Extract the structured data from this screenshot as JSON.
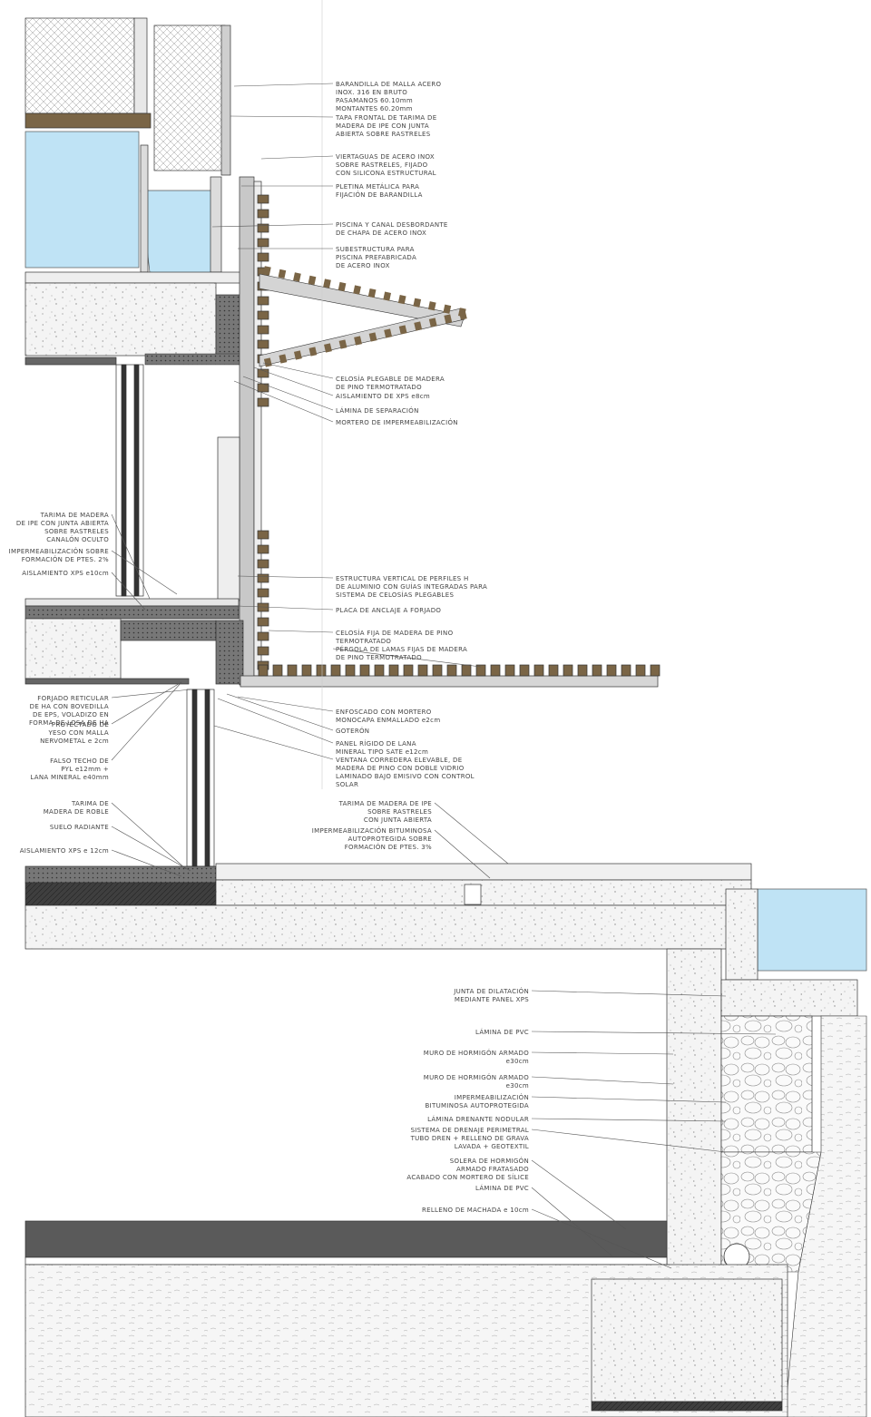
{
  "colors": {
    "water": "#bfe3f5",
    "timber": "#7a6546",
    "dark_fill": "#5a5a5a",
    "line": "#444444"
  },
  "labels_right": [
    {
      "id": "r1",
      "lines": [
        "BARANDILLA DE MALLA ACERO",
        "INOX. 316 EN BRUTO",
        "PASAMANOS 60.10mm",
        "MONTANTES 60.20mm"
      ]
    },
    {
      "id": "r2",
      "lines": [
        "TAPA FRONTAL DE TARIMA DE",
        "MADERA DE IPE CON JUNTA",
        "ABIERTA SOBRE RASTRELES"
      ]
    },
    {
      "id": "r3",
      "lines": [
        "VIERTAGUAS DE ACERO INOX",
        "SOBRE RASTRELES, FIJADO",
        "CON SILICONA ESTRUCTURAL"
      ]
    },
    {
      "id": "r4",
      "lines": [
        "PLETINA METÁLICA PARA",
        "FIJACIÓN DE BARANDILLA"
      ]
    },
    {
      "id": "r5",
      "lines": [
        "PISCINA Y CANAL DESBORDANTE",
        "DE CHAPA DE ACERO INOX"
      ]
    },
    {
      "id": "r6",
      "lines": [
        "SUBESTRUCTURA PARA",
        "PISCINA PREFABRICADA",
        "DE ACERO INOX"
      ]
    },
    {
      "id": "r7",
      "lines": [
        "CELOSÍA PLEGABLE DE MADERA",
        "DE PINO TERMOTRATADO"
      ]
    },
    {
      "id": "r8",
      "lines": [
        "AISLAMIENTO DE XPS e8cm"
      ]
    },
    {
      "id": "r9",
      "lines": [
        "LÁMINA DE SEPARACIÓN"
      ]
    },
    {
      "id": "r10",
      "lines": [
        "MORTERO DE IMPERMEABILIZACIÓN"
      ]
    },
    {
      "id": "r11",
      "lines": [
        "ESTRUCTURA VERTICAL DE PERFILES H",
        "DE ALUMINIO CON GUÍAS INTEGRADAS PARA",
        "SISTEMA DE CELOSÍAS PLEGABLES"
      ]
    },
    {
      "id": "r12",
      "lines": [
        "PLACA DE ANCLAJE A FORJADO"
      ]
    },
    {
      "id": "r13",
      "lines": [
        "CELOSÍA FIJA DE MADERA DE PINO",
        "TERMOTRATADO"
      ]
    },
    {
      "id": "r14",
      "lines": [
        "PÉRGOLA DE LAMAS FIJAS DE MADERA",
        "DE PINO TERMOTRATADO"
      ]
    },
    {
      "id": "r15",
      "lines": [
        "ENFOSCADO CON MORTERO",
        "MONOCAPA ENMALLADO e2cm"
      ]
    },
    {
      "id": "r16",
      "lines": [
        "GOTERÓN"
      ]
    },
    {
      "id": "r17",
      "lines": [
        "PANEL RÍGIDO DE LANA",
        "MINERAL TIPO SATE e12cm"
      ]
    },
    {
      "id": "r18",
      "lines": [
        "VENTANA CORREDERA ELEVABLE, DE",
        "MADERA DE PINO CON DOBLE VIDRIO",
        "LAMINADO BAJO EMISIVO CON CONTROL",
        "SOLAR"
      ]
    }
  ],
  "labels_left": [
    {
      "id": "l1",
      "lines": [
        "TARIMA DE MADERA",
        "DE IPE CON JUNTA ABIERTA",
        "SOBRE RASTRELES",
        "CANALÓN OCULTO"
      ]
    },
    {
      "id": "l2",
      "lines": [
        "IMPERMEABILIZACIÓN SOBRE",
        "FORMACIÓN DE PTES. 2%"
      ]
    },
    {
      "id": "l3",
      "lines": [
        "AISLAMIENTO XPS e10cm"
      ]
    },
    {
      "id": "l4",
      "lines": [
        "FORJADO RETICULAR",
        "DE HA CON BOVEDILLA",
        "DE EPS, VOLADIZO EN",
        "FORMA DE LOSA DE HA"
      ]
    },
    {
      "id": "l5",
      "lines": [
        "PROYECTADO DE",
        "YESO CON MALLA",
        "NERVOMETAL e 2cm"
      ]
    },
    {
      "id": "l6",
      "lines": [
        "FALSO TECHO DE",
        "PYL e12mm +",
        "LANA MINERAL e40mm"
      ]
    },
    {
      "id": "l7",
      "lines": [
        "TARIMA DE",
        "MADERA DE ROBLE"
      ]
    },
    {
      "id": "l8",
      "lines": [
        "SUELO RADIANTE"
      ]
    },
    {
      "id": "l9",
      "lines": [
        "AISLAMIENTO XPS e 12cm"
      ]
    }
  ],
  "labels_mid": [
    {
      "id": "m1",
      "lines": [
        "TARIMA DE MADERA DE IPE",
        "SOBRE RASTRELES",
        "CON JUNTA ABIERTA"
      ]
    },
    {
      "id": "m2",
      "lines": [
        "IMPERMEABILIZACIÓN BITUMINOSA",
        "AUTOPROTEGIDA SOBRE",
        "FORMACIÓN DE PTES. 3%"
      ]
    }
  ],
  "labels_lower": [
    {
      "id": "b1",
      "lines": [
        "JUNTA DE DILATACIÓN",
        "MEDIANTE PANEL XPS"
      ]
    },
    {
      "id": "b2",
      "lines": [
        "LÁMINA DE PVC"
      ]
    },
    {
      "id": "b3",
      "lines": [
        "MURO DE HORMIGÓN ARMADO",
        "e30cm"
      ]
    },
    {
      "id": "b4",
      "lines": [
        "MURO DE HORMIGÓN ARMADO",
        "e30cm"
      ]
    },
    {
      "id": "b5",
      "lines": [
        "IMPERMEABILIZACIÓN",
        "BITUMINOSA AUTOPROTEGIDA"
      ]
    },
    {
      "id": "b6",
      "lines": [
        "LÁMINA DRENANTE NODULAR"
      ]
    },
    {
      "id": "b7",
      "lines": [
        "SISTEMA DE DRENAJE PERIMETRAL",
        "TUBO DREN + RELLENO DE GRAVA",
        "LAVADA + GEOTEXTIL"
      ]
    },
    {
      "id": "b8",
      "lines": [
        "SOLERA DE HORMIGÓN",
        "ARMADO FRATASADO",
        "ACABADO CON MORTERO DE SÍLICE"
      ]
    },
    {
      "id": "b9",
      "lines": [
        "LÁMINA DE PVC"
      ]
    },
    {
      "id": "b10",
      "lines": [
        "RELLENO DE MACHADA e 10cm"
      ]
    }
  ]
}
